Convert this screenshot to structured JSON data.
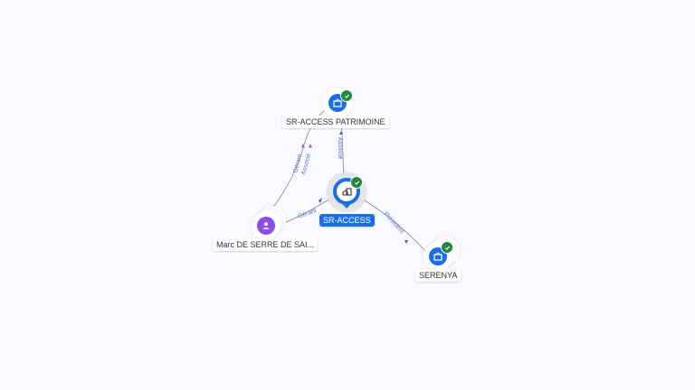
{
  "graph": {
    "colors": {
      "company": "#1a6ee8",
      "person": "#8a4ee6",
      "check": "#1d8a3f",
      "edge_label": "#6b6fd0",
      "background": "#f8fafd"
    },
    "nodes": {
      "center": {
        "label": "SR-ACCESS",
        "icon": "building-icon",
        "verified": true
      },
      "patrimoine": {
        "label": "SR-ACCESS PATRIMOINE",
        "icon": "building-icon",
        "verified": true
      },
      "person": {
        "label": "Marc DE SERRE DE SAI...",
        "icon": "person-icon"
      },
      "serenya": {
        "label": "SERENYA",
        "icon": "building-icon",
        "verified": true
      }
    },
    "edges": [
      {
        "from": "center",
        "to": "patrimoine",
        "label": "Associé"
      },
      {
        "from": "person",
        "to": "patrimoine",
        "label": "Gérant"
      },
      {
        "from": "person",
        "to": "patrimoine",
        "label": "Associé"
      },
      {
        "from": "person",
        "to": "center",
        "label": "Gérant"
      },
      {
        "from": "center",
        "to": "serenya",
        "label": "Président"
      }
    ]
  }
}
